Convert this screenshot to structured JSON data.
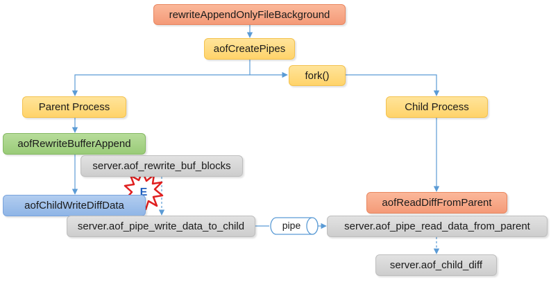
{
  "nodes": {
    "rewrite_bg": "rewriteAppendOnlyFileBackground",
    "create_pipes": "aofCreatePipes",
    "fork": "fork()",
    "parent": "Parent Process",
    "child": "Child Process",
    "rewrite_buffer_append": "aofRewriteBufferAppend",
    "rewrite_buf_blocks": "server.aof_rewrite_buf_blocks",
    "child_write_diff": "aofChildWriteDiffData",
    "pipe_write": "server.aof_pipe_write_data_to_child",
    "pipe": "pipe",
    "read_diff": "aofReadDiffFromParent",
    "pipe_read": "server.aof_pipe_read_data_from_parent",
    "child_diff": "server.aof_child_diff"
  },
  "badge": "E",
  "colors": {
    "arrow": "#5b9bd5",
    "orange": "#f49a78",
    "yellow": "#ffd36a",
    "green": "#9acb78",
    "blue": "#8fb5e6",
    "gray": "#cdcdcd",
    "badge_red": "#e02020",
    "badge_blue": "#1f5fbf"
  }
}
